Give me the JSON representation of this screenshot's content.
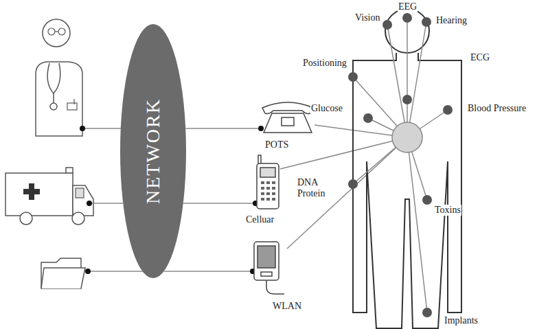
{
  "diagram": {
    "nodes": [
      {
        "text": [
          "NETWORK"
        ]
      },
      {
        "text": [
          "POTS"
        ]
      },
      {
        "text": [
          "Celluar"
        ]
      },
      {
        "text": [
          "WLAN"
        ]
      }
    ],
    "edges": [
      {
        "from": 0,
        "to": 1,
        "arrow": "none"
      },
      {
        "from": 0,
        "to": 2,
        "arrow": "none"
      },
      {
        "from": 0,
        "to": 3,
        "arrow": "none"
      }
    ],
    "labels": [
      "EEG",
      "Vision",
      "Hearing",
      "Positioning",
      "ECG",
      "Glucose",
      "Blood Pressure",
      "DNA Protein",
      "Toxins",
      "Implants"
    ]
  }
}
